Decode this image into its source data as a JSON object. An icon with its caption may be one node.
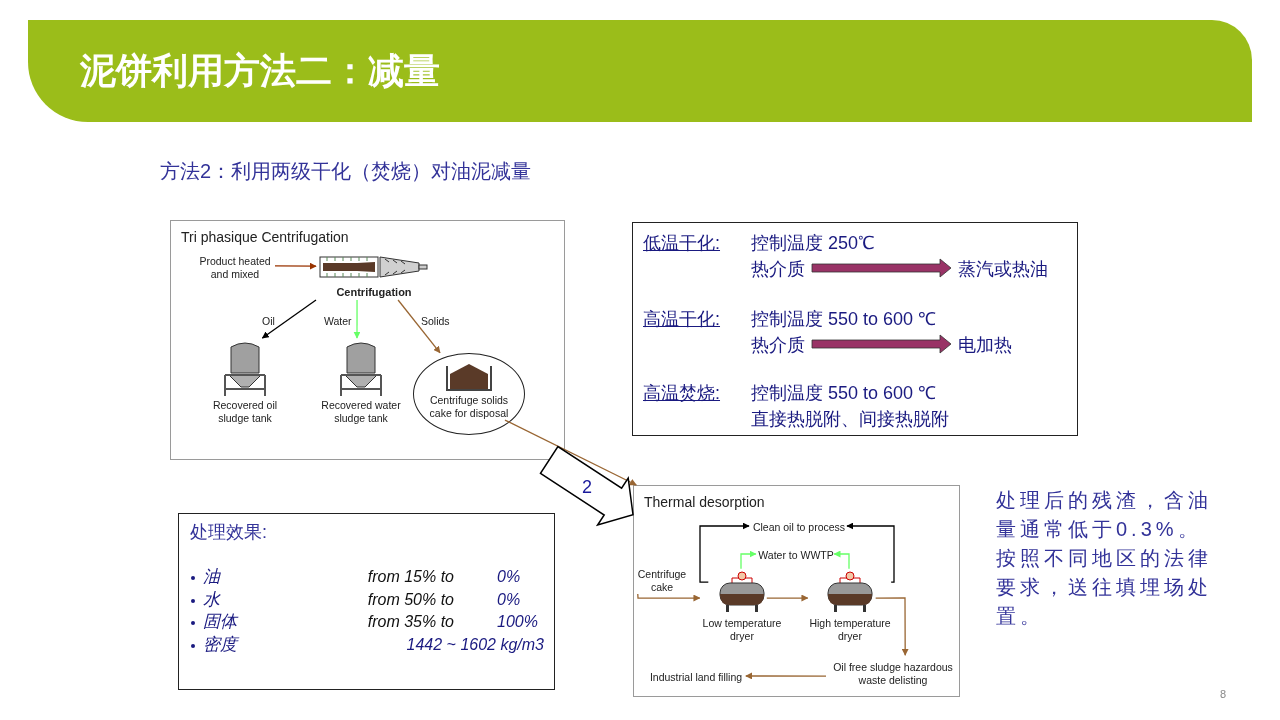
{
  "diagram": {
    "title": "泥饼利用方法二：减量",
    "nodes": [
      {
        "text": [
          "Tri phasique Centrifugation"
        ]
      },
      {
        "text": [
          "Product heated and mixed"
        ],
        "in": 0
      },
      {
        "text": [
          "Centrifugation"
        ],
        "in": 0
      },
      {
        "text": [
          "Recovered oil sludge tank"
        ],
        "in": 0
      },
      {
        "text": [
          "Recovered water sludge tank"
        ],
        "in": 0
      },
      {
        "text": [
          "Centrifuge solids cake for disposal"
        ],
        "in": 0
      },
      {
        "text": [
          "低温干化:",
          "控制温度 250℃",
          "高温干化:",
          "控制温度 550 to 600 ℃",
          "高温焚烧:",
          "控制温度 550 to 600 ℃",
          "直接热脱附、间接热脱附"
        ]
      },
      {
        "text": [
          "热介质"
        ],
        "in": 6
      },
      {
        "text": [
          "蒸汽或热油"
        ],
        "in": 6
      },
      {
        "text": [
          "热介质"
        ],
        "in": 6
      },
      {
        "text": [
          "电加热"
        ],
        "in": 6
      },
      {
        "text": [
          "处理效果:",
          "油",
          "from 15% to",
          "0%",
          "水",
          "from 50% to",
          "0%",
          "固体",
          "from 35% to",
          "100%",
          "密度",
          "1442 ~ 1602 kg/m3"
        ]
      },
      {
        "text": [
          "Thermal desorption"
        ]
      },
      {
        "text": [
          "Centrifuge cake"
        ],
        "in": 12
      },
      {
        "text": [
          "Clean oil to process"
        ],
        "in": 12
      },
      {
        "text": [
          "Water to WWTP"
        ],
        "in": 12
      },
      {
        "text": [
          "Low temperature dryer"
        ],
        "in": 12
      },
      {
        "text": [
          "High temperature dryer"
        ],
        "in": 12
      },
      {
        "text": [
          "Oil free sludge hazardous waste delisting"
        ],
        "in": 12
      },
      {
        "text": [
          "Industrial land filling"
        ],
        "in": 12
      }
    ],
    "edges": [
      {
        "from": 1,
        "to": 2,
        "arrow": "to",
        "color": "#993300"
      },
      {
        "from": 2,
        "to": 3,
        "arrow": "to",
        "label": "Oil",
        "color": "#000000"
      },
      {
        "from": 2,
        "to": 4,
        "arrow": "to",
        "label": "Water",
        "color": "#66ff66"
      },
      {
        "from": 2,
        "to": 5,
        "arrow": "to",
        "label": "Solids"
      },
      {
        "from": 5,
        "to": 12,
        "arrow": "to"
      },
      {
        "from": 0,
        "to": 12,
        "arrow": "to",
        "label": "2",
        "style": "thick",
        "color": "#000000"
      },
      {
        "from": 7,
        "to": 8,
        "arrow": "to",
        "style": "thick",
        "color": "#993366"
      },
      {
        "from": 9,
        "to": 10,
        "arrow": "to",
        "style": "thick",
        "color": "#993366"
      },
      {
        "from": 13,
        "to": 16,
        "arrow": "to"
      },
      {
        "from": 16,
        "to": 17,
        "arrow": "to"
      },
      {
        "from": 17,
        "to": 18,
        "arrow": "to"
      },
      {
        "from": 18,
        "to": 19,
        "arrow": "to"
      },
      {
        "from": 16,
        "to": 14,
        "arrow": "to",
        "color": "#000000"
      },
      {
        "from": 17,
        "to": 14,
        "arrow": "to",
        "color": "#000000"
      },
      {
        "from": 16,
        "to": 15,
        "arrow": "to",
        "color": "#66ff66"
      },
      {
        "from": 17,
        "to": 15,
        "arrow": "to",
        "color": "#66ff66"
      }
    ],
    "labels": [
      "方法2：利用两级干化（焚烧）对油泥减量",
      "处理后的残渣，含油量通常低于0.3%。按照不同地区的法律要求，送往填埋场处置。",
      "8"
    ]
  }
}
